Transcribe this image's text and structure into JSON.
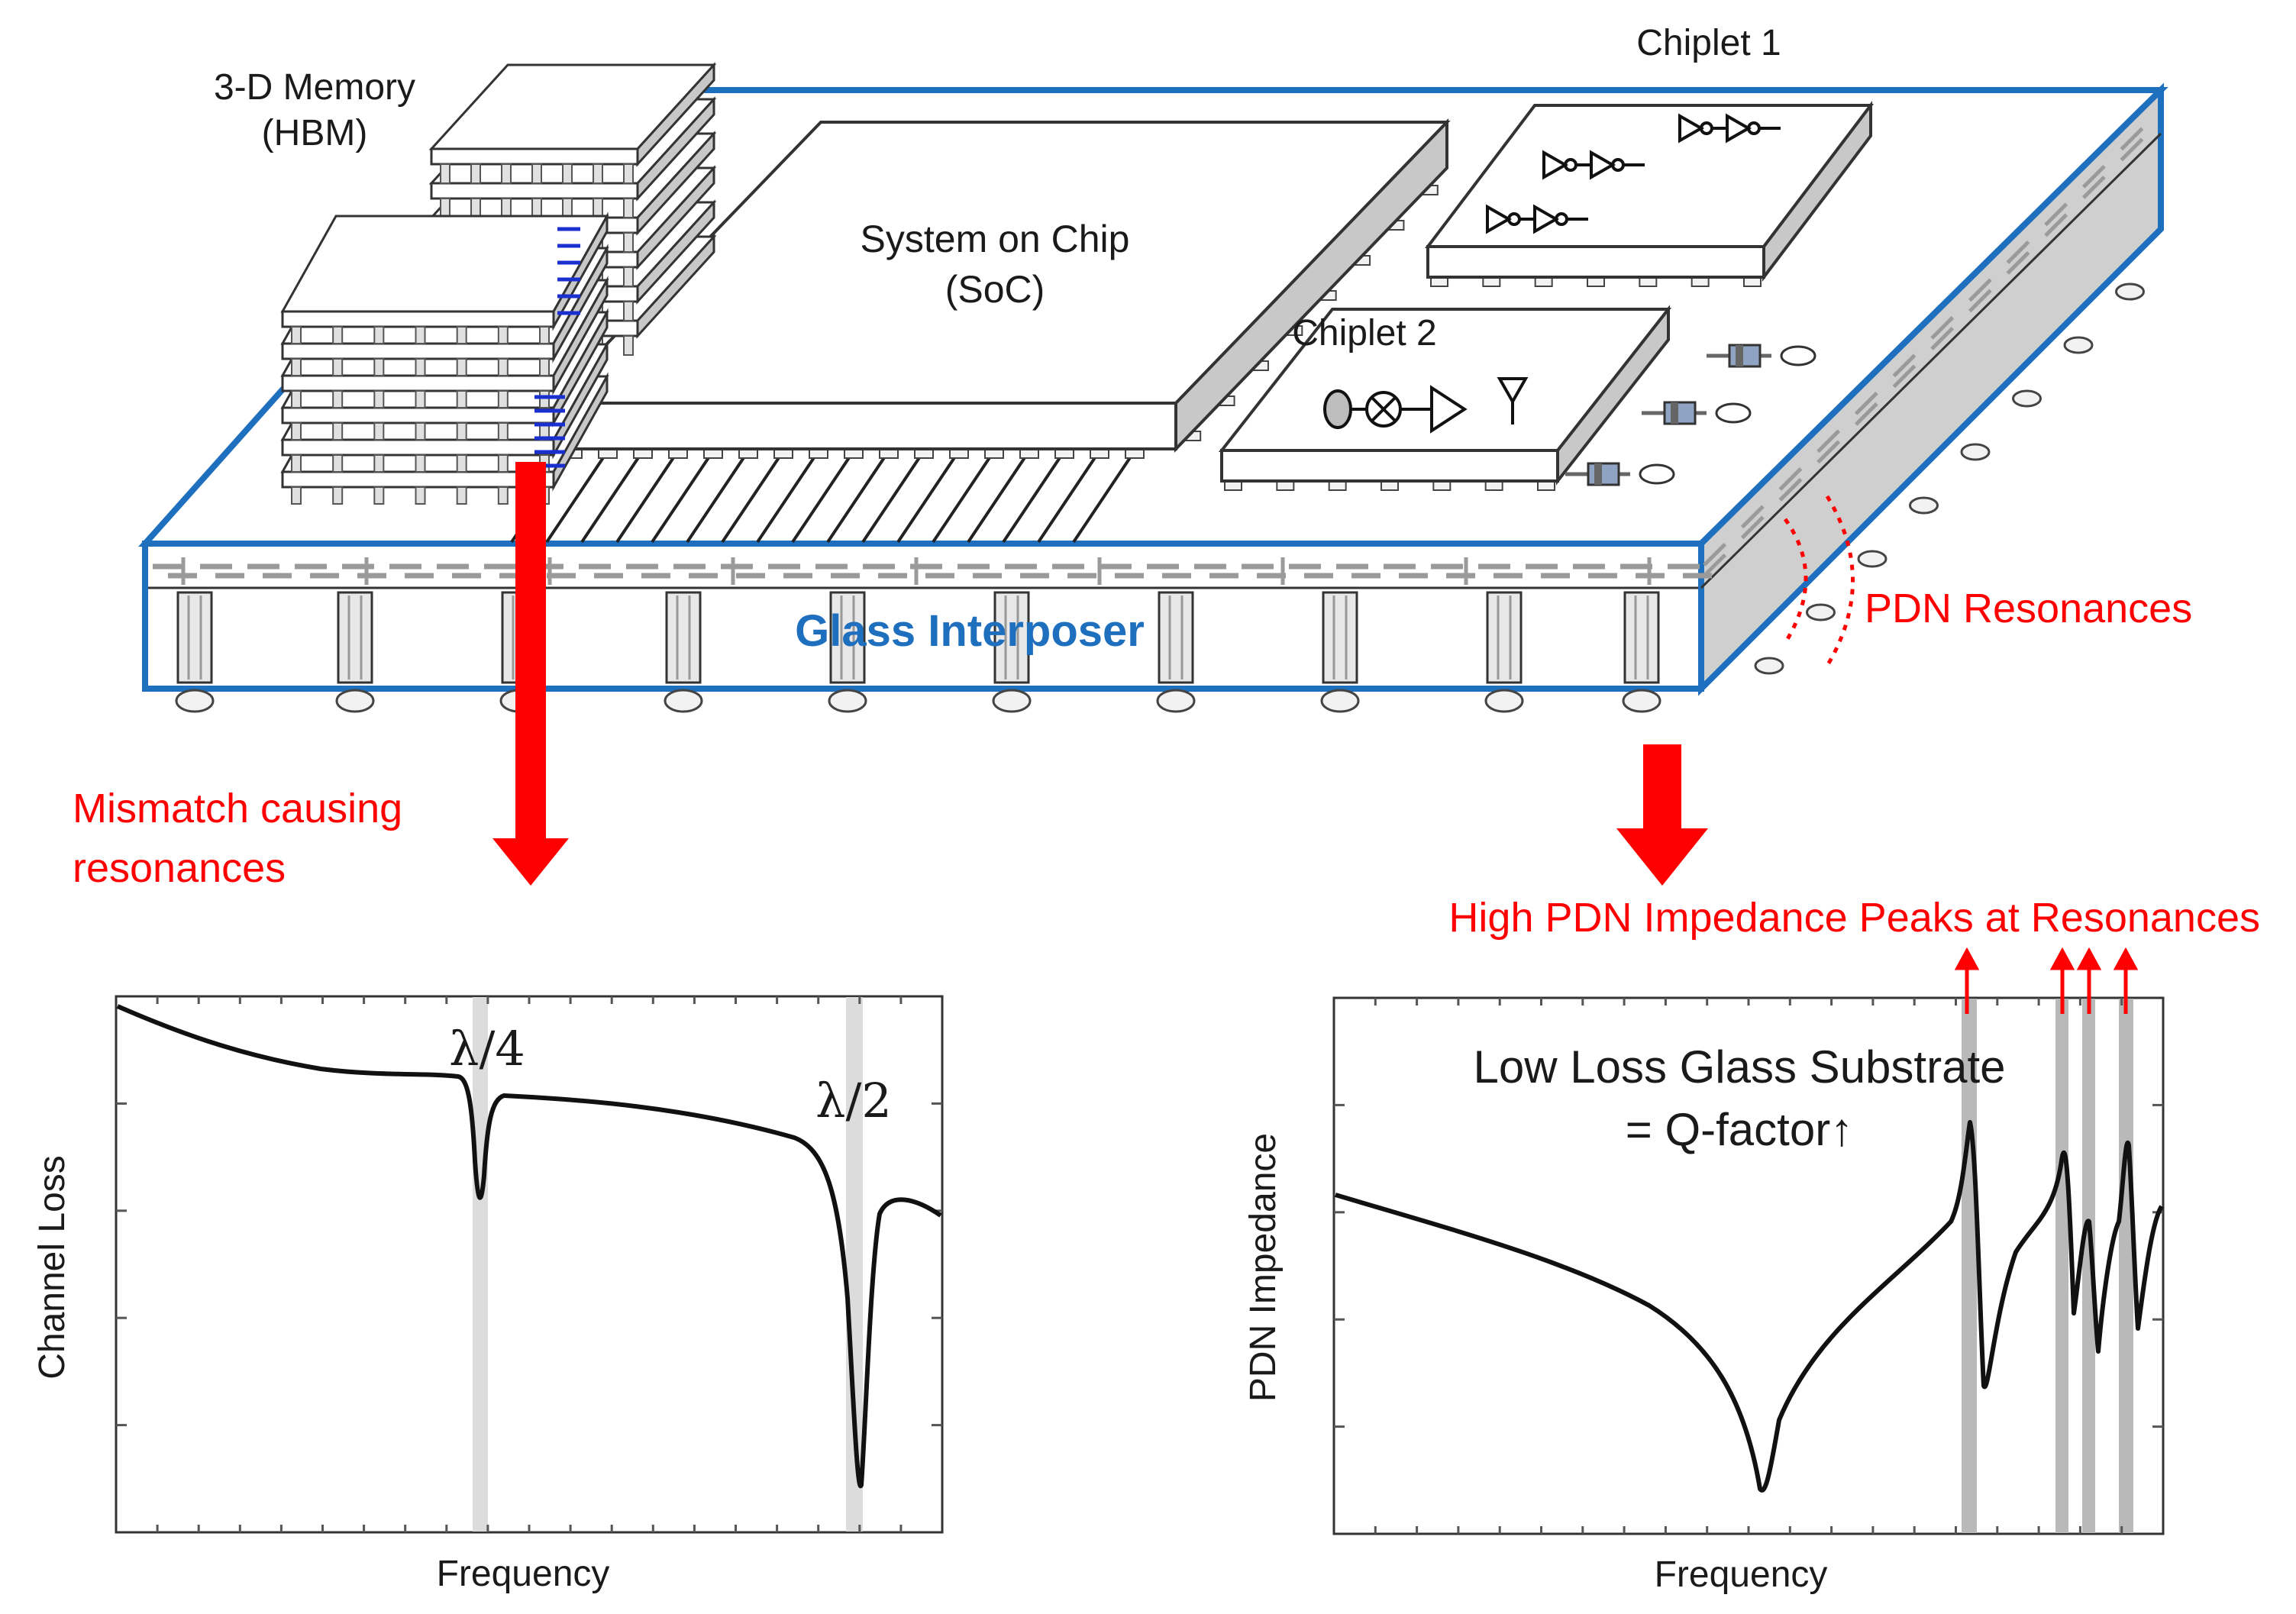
{
  "labels": {
    "memory_line1": "3-D Memory",
    "memory_line2": "(HBM)",
    "chiplet1": "Chiplet 1",
    "chiplet2": "Chiplet 2",
    "soc_line1": "System on Chip",
    "soc_line2": "(SoC)",
    "interposer": "Glass Interposer",
    "pdn_resonances": "PDN Resonances",
    "mismatch_line1": "Mismatch causing",
    "mismatch_line2": "resonances",
    "pdn_peaks": "High PDN Impedance Peaks at Resonances"
  },
  "colors": {
    "interposer_outline": "#1f6fbf",
    "annotation_red": "#ff0000",
    "band_light": "#dcdcdc",
    "band_dark": "#b9b9b9",
    "curve": "#111111"
  },
  "left_plot": {
    "ylabel": "Channel Loss",
    "xlabel": "Frequency",
    "marker1": "λ/4",
    "marker2": "λ/2"
  },
  "right_plot": {
    "ylabel": "PDN Impedance",
    "xlabel": "Frequency",
    "note_line1": "Low Loss Glass Substrate",
    "note_line2": "= Q-factor↑"
  }
}
